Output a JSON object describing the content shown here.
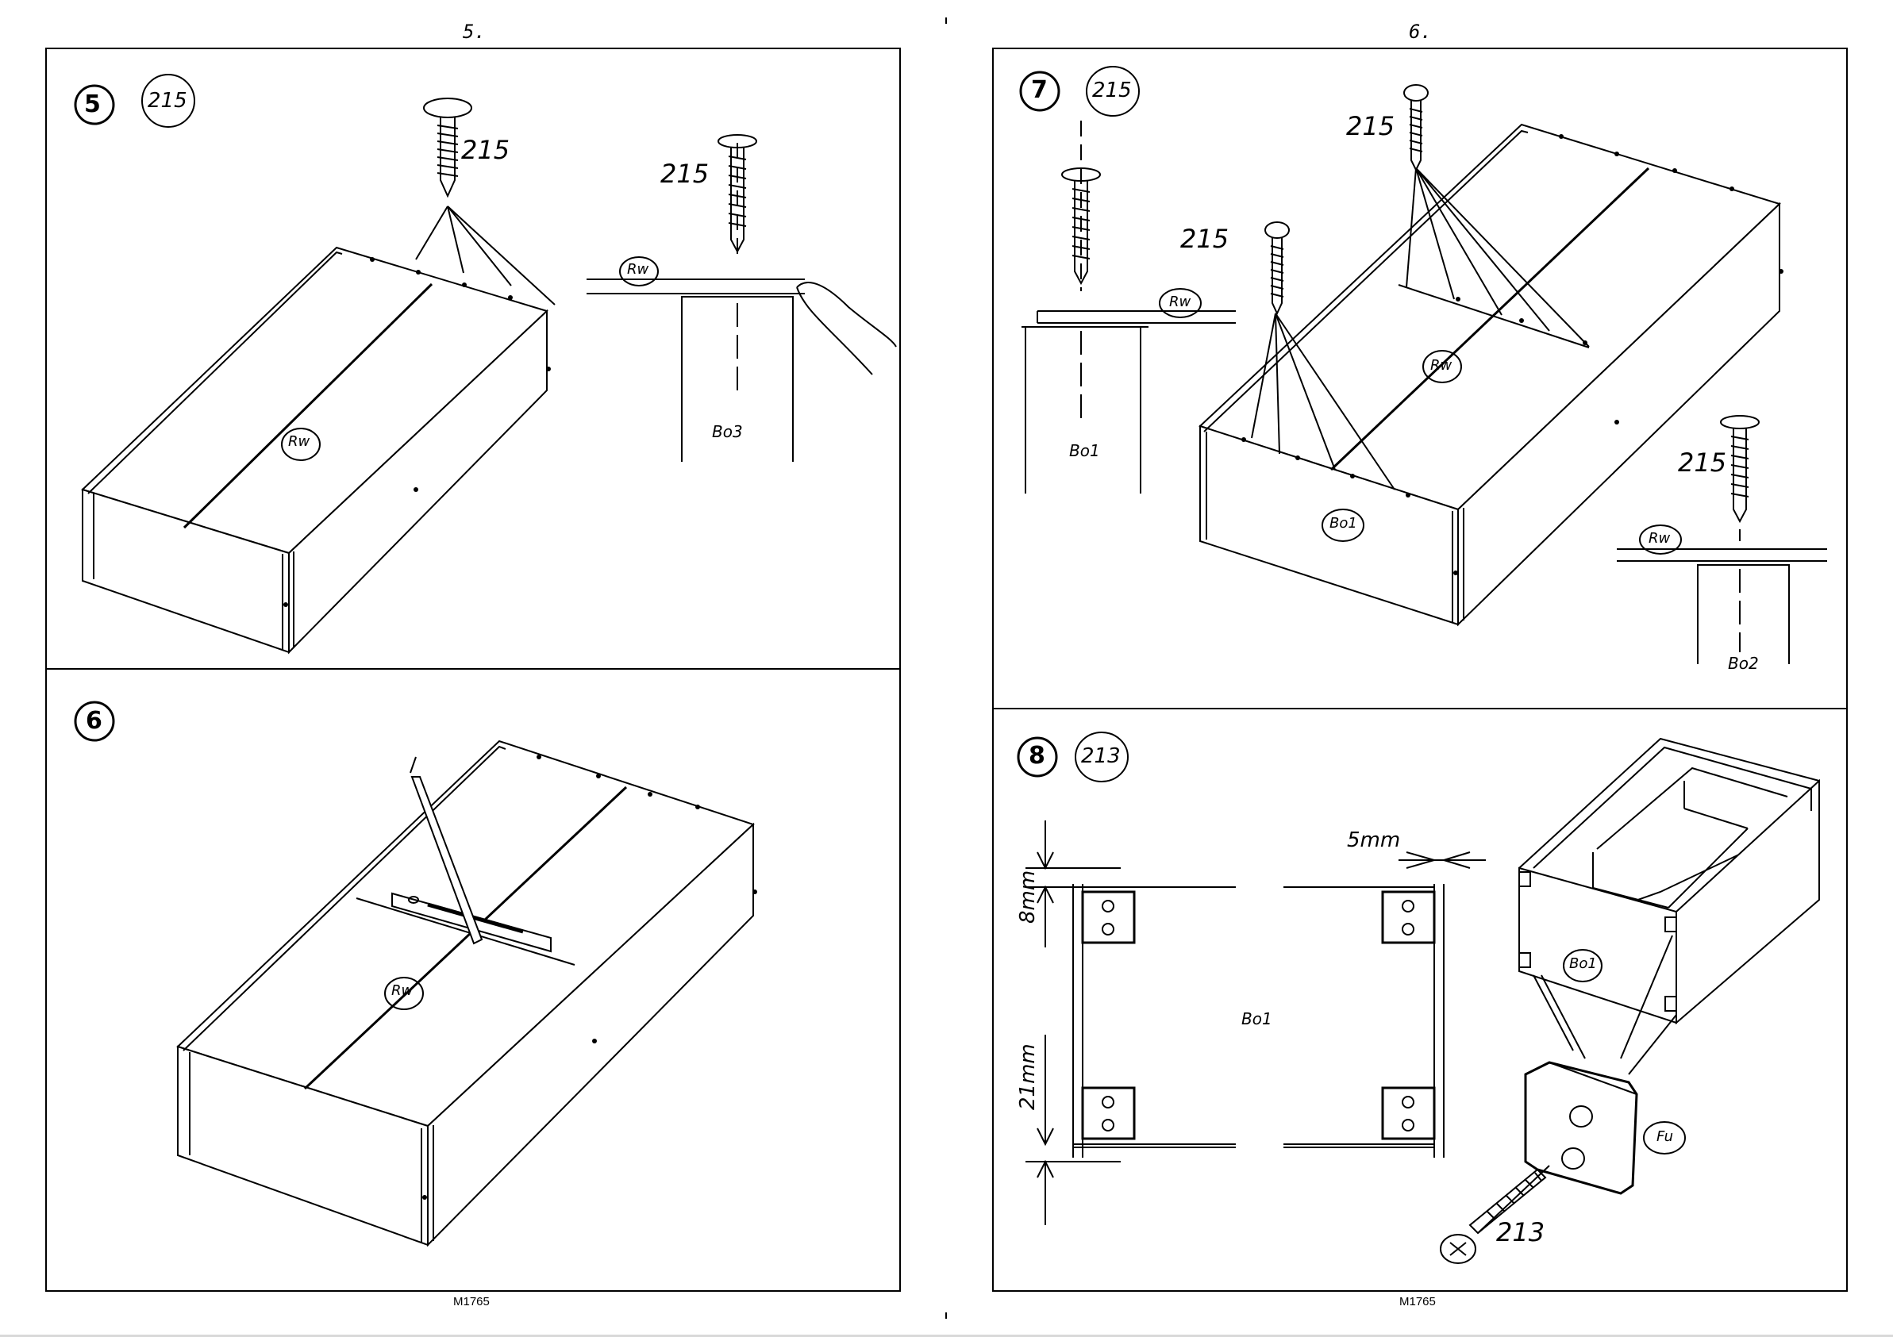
{
  "left_page": {
    "page_number": "5.",
    "footer_code": "M1765",
    "step5": {
      "number": "5",
      "part_callout": "215",
      "screw_label_1": "215",
      "screw_label_2": "215",
      "panel_label": "Rw",
      "detail_top_label": "Rw",
      "detail_bottom_label": "Bo3"
    },
    "step6": {
      "number": "6",
      "panel_label": "Rw"
    }
  },
  "right_page": {
    "page_number": "6.",
    "footer_code": "M1765",
    "step7": {
      "number": "7",
      "part_callout": "215",
      "screw_label_left": "215",
      "screw_label_mid": "215",
      "screw_label_top": "215",
      "screw_label_right": "215",
      "detail_left_top": "Rw",
      "detail_left_bottom": "Bo1",
      "panel_label": "Rw",
      "front_label": "Bo1",
      "detail_right_top": "Rw",
      "detail_right_bottom": "Bo2"
    },
    "step8": {
      "number": "8",
      "part_callout": "213",
      "dim_gap": "5mm",
      "dim_top": "8mm",
      "dim_bottom": "21mm",
      "center_label": "Bo1",
      "box_label": "Bo1",
      "foot_label": "Fu",
      "screw_label": "213"
    }
  }
}
